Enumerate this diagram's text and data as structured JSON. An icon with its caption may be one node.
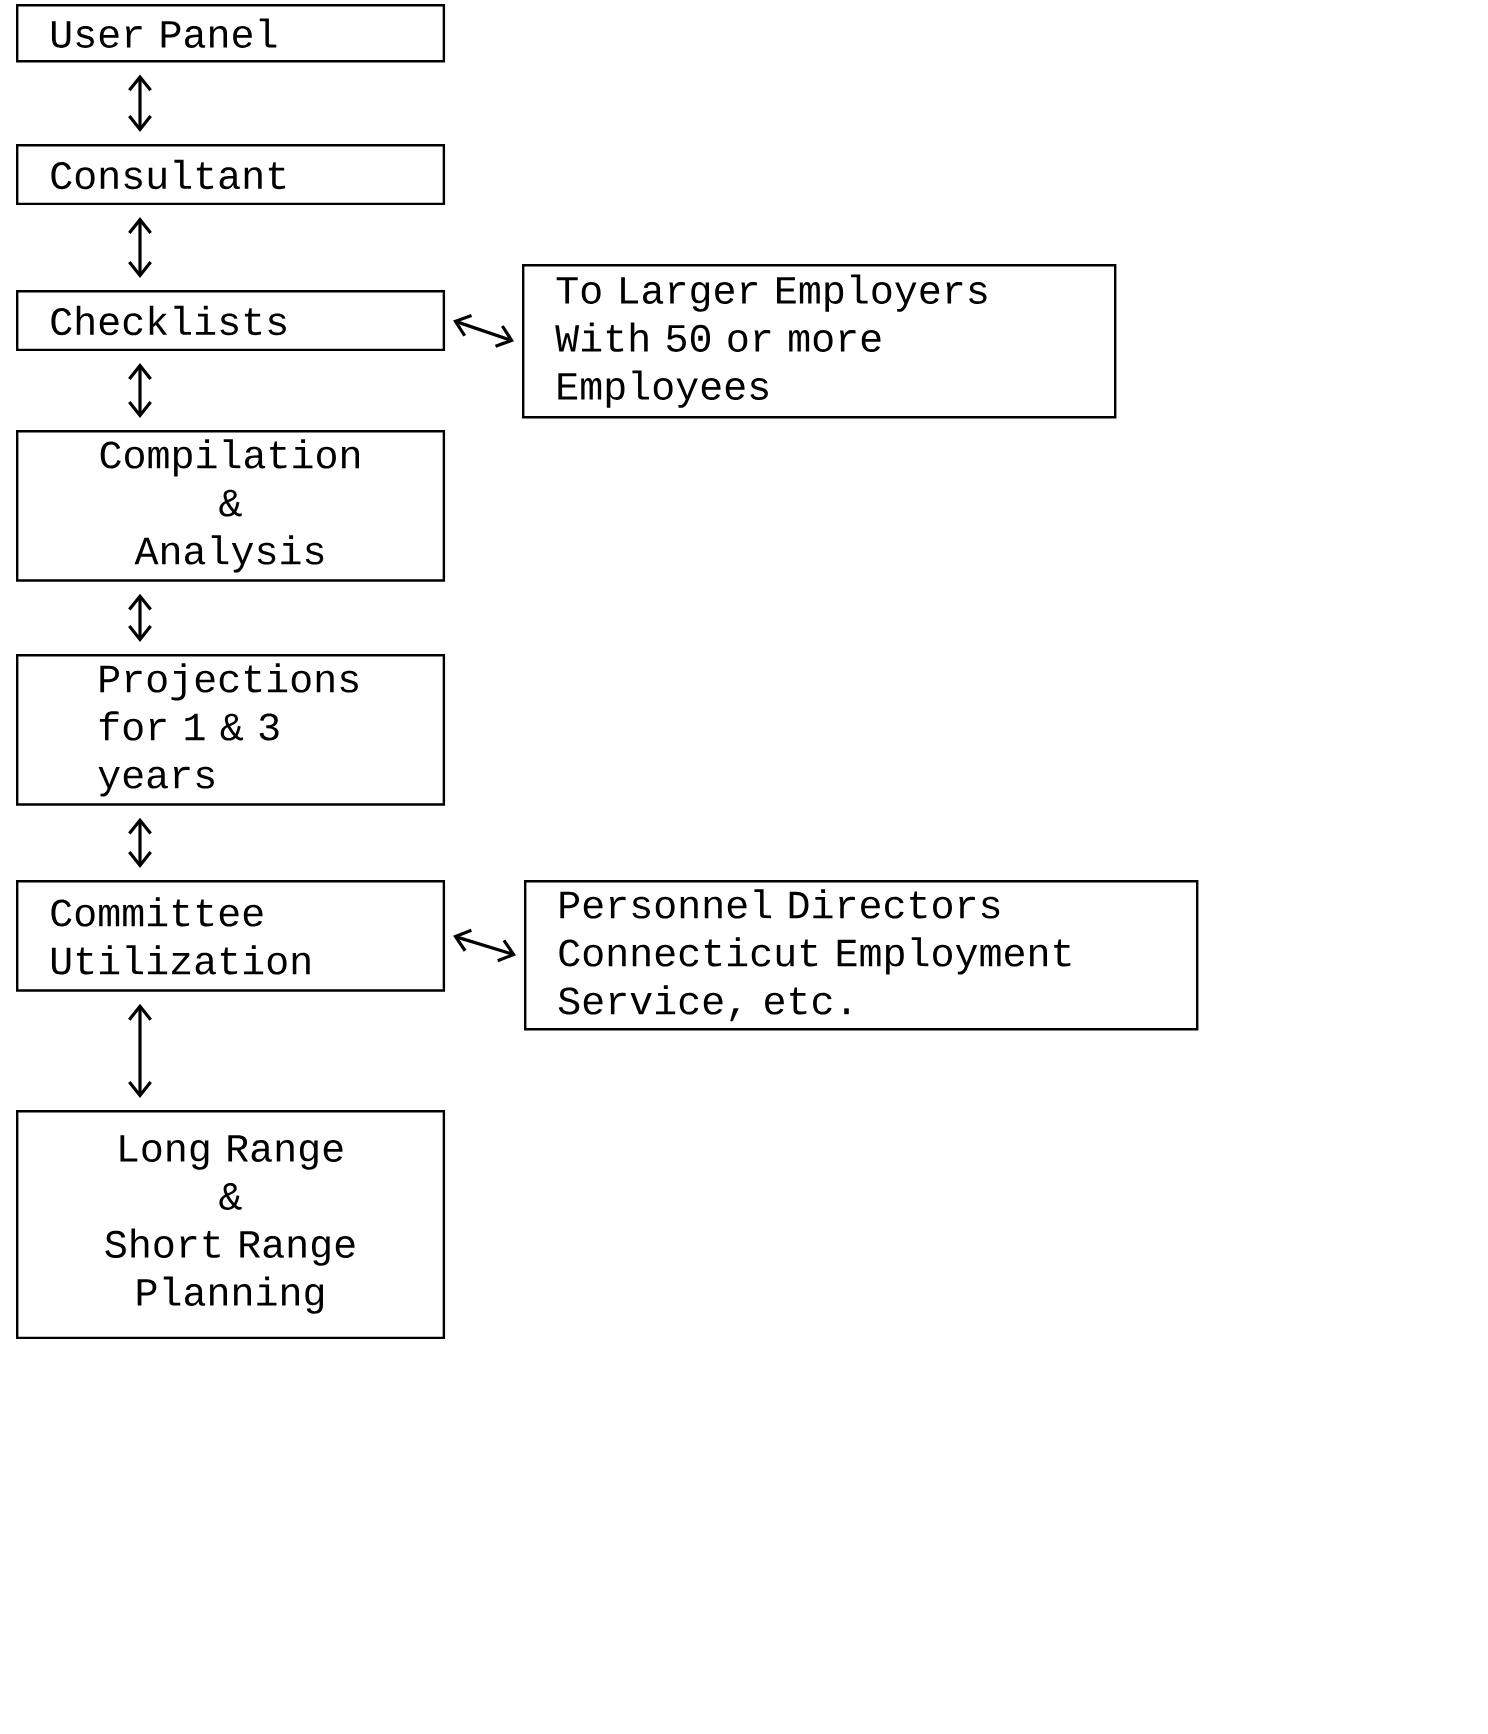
{
  "diagram": {
    "nodes": [
      {
        "text": [
          "User Panel"
        ]
      },
      {
        "text": [
          "Consultant"
        ]
      },
      {
        "text": [
          "Checklists"
        ]
      },
      {
        "text": [
          "To Larger Employers With 50 or more Employees"
        ]
      },
      {
        "text": [
          "Compilation",
          "&",
          "Analysis"
        ]
      },
      {
        "text": [
          "Projections for 1 & 3 years"
        ]
      },
      {
        "text": [
          "Committee Utilization"
        ]
      },
      {
        "text": [
          "Personnel Directors Connecticut Employment Service, etc."
        ]
      },
      {
        "text": [
          "Long Range",
          "&",
          "Short Range Planning"
        ]
      }
    ],
    "edges": [
      {
        "from": 0,
        "to": 1,
        "arrow": "both"
      },
      {
        "from": 1,
        "to": 2,
        "arrow": "both"
      },
      {
        "from": 2,
        "to": 3,
        "arrow": "both"
      },
      {
        "from": 2,
        "to": 4,
        "arrow": "both"
      },
      {
        "from": 4,
        "to": 5,
        "arrow": "both"
      },
      {
        "from": 5,
        "to": 6,
        "arrow": "both"
      },
      {
        "from": 6,
        "to": 7,
        "arrow": "both"
      },
      {
        "from": 6,
        "to": 8,
        "arrow": "both"
      }
    ]
  }
}
